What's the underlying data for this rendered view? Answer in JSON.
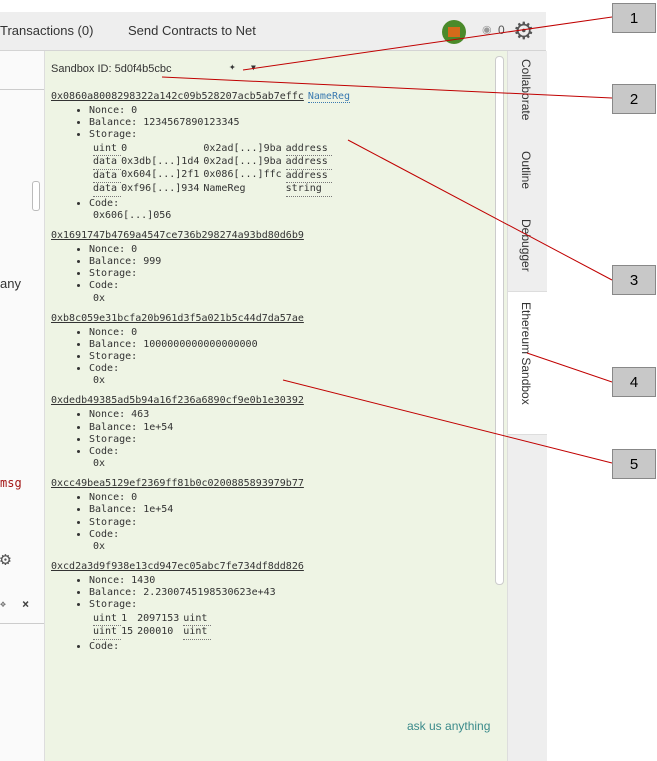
{
  "toolbar": {
    "transactions_label": "Transactions (0)",
    "send_contracts_label": "Send Contracts to Net",
    "coin_count": "0"
  },
  "left_pane": {
    "fragment_any": "any",
    "fragment_msg": "msg"
  },
  "sandbox": {
    "sandbox_id": "Sandbox ID: 5d0f4b5cbc",
    "labels": {
      "nonce": "Nonce:",
      "balance": "Balance:",
      "storage": "Storage:",
      "code": "Code:"
    },
    "accounts": [
      {
        "address": "0x0860a8008298322a142c09b528207acb5ab7effc",
        "tag": "NameReg",
        "nonce": "0",
        "balance": "1234567890123345",
        "storage": [
          {
            "type": "uint",
            "key": "0",
            "value": "0x2ad[...]9ba",
            "vtype": "address"
          },
          {
            "type": "data",
            "key": "0x3db[...]1d4",
            "value": "0x2ad[...]9ba",
            "vtype": "address"
          },
          {
            "type": "data",
            "key": "0x604[...]2f1",
            "value": "0x086[...]ffc",
            "vtype": "address"
          },
          {
            "type": "data",
            "key": "0xf96[...]934",
            "value": "NameReg",
            "vtype": "string"
          }
        ],
        "code": "0x606[...]056"
      },
      {
        "address": "0x1691747b4769a4547ce736b298274a93bd80d6b9",
        "nonce": "0",
        "balance": "999",
        "storage": [],
        "code": "0x"
      },
      {
        "address": "0xb8c059e31bcfa20b961d3f5a021b5c44d7da57ae",
        "nonce": "0",
        "balance": "1000000000000000000",
        "storage": [],
        "code": "0x"
      },
      {
        "address": "0xdedb49385ad5b94a16f236a6890cf9e0b1e30392",
        "nonce": "463",
        "balance": "1e+54",
        "storage": [],
        "code": "0x"
      },
      {
        "address": "0xcc49bea5129ef2369ff81b0c0200885893979b77",
        "nonce": "0",
        "balance": "1e+54",
        "storage": [],
        "code": "0x"
      },
      {
        "address": "0xcd2a3d9f938e13cd947ec05abc7fe734df8dd826",
        "nonce": "1430",
        "balance": "2.2300745198530623e+43",
        "storage": [
          {
            "type": "uint",
            "key": "1",
            "value": "2097153",
            "vtype": "uint"
          },
          {
            "type": "uint",
            "key": "15",
            "value": "200010",
            "vtype": "uint"
          }
        ],
        "code": ""
      }
    ],
    "ask_label": "ask us anything"
  },
  "side_tabs": [
    "Collaborate",
    "Outline",
    "Debugger",
    "Ethereum Sandbox"
  ],
  "callouts": [
    "1",
    "2",
    "3",
    "4",
    "5"
  ],
  "colors": {
    "callout_line": "#c00000",
    "sandbox_bg": "#eef4e4",
    "tag_blue": "#3a7ab0",
    "ask_teal": "#3a8a8a",
    "msg_red": "#a31515"
  },
  "icons": [
    "avatar-icon",
    "coin-icon",
    "gear-icon",
    "pin-icon",
    "chevron-down-icon",
    "close-icon"
  ]
}
